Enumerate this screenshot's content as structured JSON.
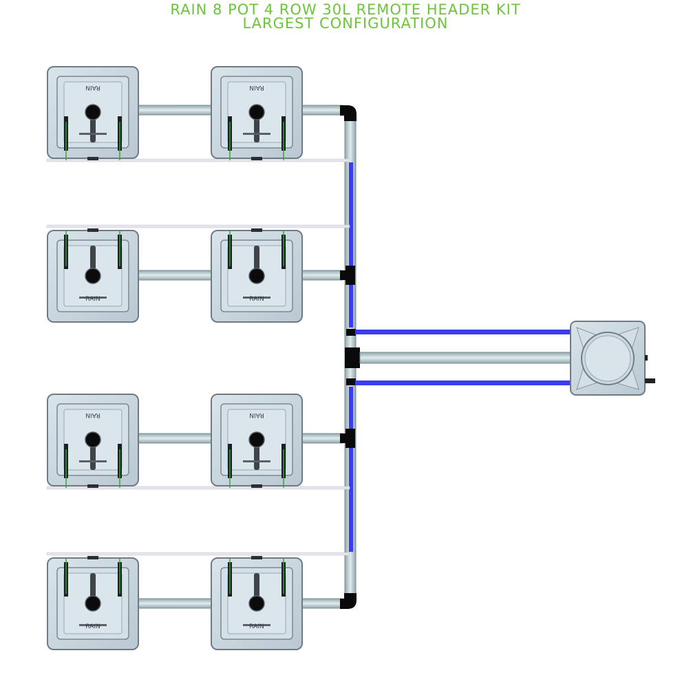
{
  "title": {
    "line1": "RAIN 8 POT 4 ROW 30L REMOTE HEADER KIT",
    "line2": "LARGEST CONFIGURATION"
  },
  "pot_label": "RAIN",
  "colors": {
    "title_green": "#6cc43a",
    "pot_body": "#c9d7e0",
    "pot_outline": "#6f7a84",
    "pipe_grey": "#b5c8cc",
    "blue_line": "#3b3bf0",
    "white_line": "#e4e4ec",
    "fitting_black": "#0a0a0a"
  },
  "pots": [
    {
      "id": "pot-row1-left",
      "row": 1,
      "col": 1
    },
    {
      "id": "pot-row1-right",
      "row": 1,
      "col": 2
    },
    {
      "id": "pot-row2-left",
      "row": 2,
      "col": 1
    },
    {
      "id": "pot-row2-right",
      "row": 2,
      "col": 2
    },
    {
      "id": "pot-row3-left",
      "row": 3,
      "col": 1
    },
    {
      "id": "pot-row3-right",
      "row": 3,
      "col": 2
    },
    {
      "id": "pot-row4-left",
      "row": 4,
      "col": 1
    },
    {
      "id": "pot-row4-right",
      "row": 4,
      "col": 2
    }
  ],
  "reservoir": {
    "icon": "reservoir-tank-icon"
  }
}
